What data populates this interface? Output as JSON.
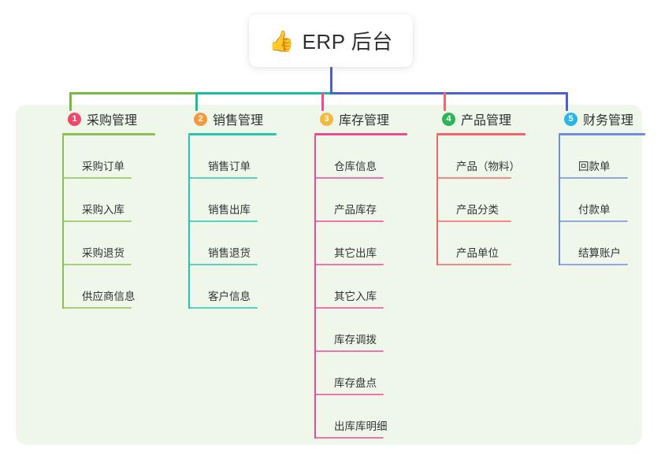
{
  "root": {
    "icon": "thumbs-up-icon",
    "icon_glyph": "👍",
    "title": "ERP 后台"
  },
  "colors": {
    "canvas": "#ffffff",
    "panel_bg": "#eef7ea",
    "trunk": "#4a5fd0",
    "bar_left": "#16bfa0",
    "bar_right": "#4a5fd0",
    "bar_far_left": "#79b843",
    "text": "#2f3033"
  },
  "connectors": {
    "trunk_color": "#4a5fd0",
    "bar_segments": [
      {
        "name": "segment-green",
        "color": "#79b843"
      },
      {
        "name": "segment-teal",
        "color": "#16bfa0"
      },
      {
        "name": "segment-blue",
        "color": "#4a5fd0"
      }
    ],
    "drops": [
      {
        "name": "drop-procurement",
        "color": "#79b843"
      },
      {
        "name": "drop-sales",
        "color": "#16bfa0"
      },
      {
        "name": "drop-inventory",
        "color": "#ec4a95"
      },
      {
        "name": "drop-product",
        "color": "#f4646a"
      },
      {
        "name": "drop-finance",
        "color": "#4a5fd0"
      }
    ]
  },
  "columns": [
    {
      "index": "1",
      "badge_color": "#f0486a",
      "line_color": "#8cc152",
      "title": "采购管理",
      "items": [
        "采购订单",
        "采购入库",
        "采购退货",
        "供应商信息"
      ]
    },
    {
      "index": "2",
      "badge_color": "#f59a3c",
      "line_color": "#2bc4b0",
      "title": "销售管理",
      "items": [
        "销售订单",
        "销售出库",
        "销售退货",
        "客户信息"
      ]
    },
    {
      "index": "3",
      "badge_color": "#f5b93c",
      "line_color": "#ec4a95",
      "title": "库存管理",
      "items": [
        "仓库信息",
        "产品库存",
        "其它出库",
        "其它入库",
        "库存调拨",
        "库存盘点",
        "出库库明细"
      ]
    },
    {
      "index": "4",
      "badge_color": "#2ab558",
      "line_color": "#f4646a",
      "title": "产品管理",
      "items": [
        "产品（物料）",
        "产品分类",
        "产品单位"
      ]
    },
    {
      "index": "5",
      "badge_color": "#29b6e8",
      "line_color": "#6f8de0",
      "title": "财务管理",
      "items": [
        "回款单",
        "付款单",
        "结算账户"
      ]
    }
  ]
}
